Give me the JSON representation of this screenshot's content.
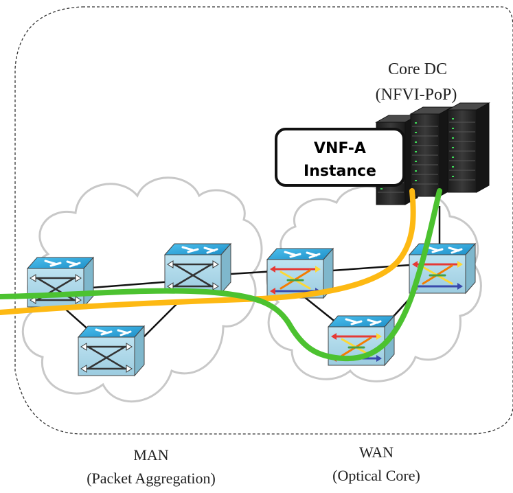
{
  "dc": {
    "title": "Core DC",
    "subtitle": "(NFVI-PoP)"
  },
  "vnf": {
    "line1": "VNF-A",
    "line2": "Instance"
  },
  "man": {
    "title": "MAN",
    "subtitle": "(Packet Aggregation)"
  },
  "wan": {
    "title": "WAN",
    "subtitle": "(Optical Core)"
  },
  "colors": {
    "orange_path": "#FDB913",
    "green_path": "#4CC230",
    "switch_top": "#2AA8E0",
    "switch_body": "#A9D6E8",
    "cloud_stroke": "#C8C8C8",
    "server": "#2B2B2B"
  },
  "icons": {
    "packet_switch": "packet-switch-icon",
    "optical_switch": "optical-switch-icon",
    "server_rack": "server-rack-icon",
    "cloud": "cloud-icon"
  }
}
